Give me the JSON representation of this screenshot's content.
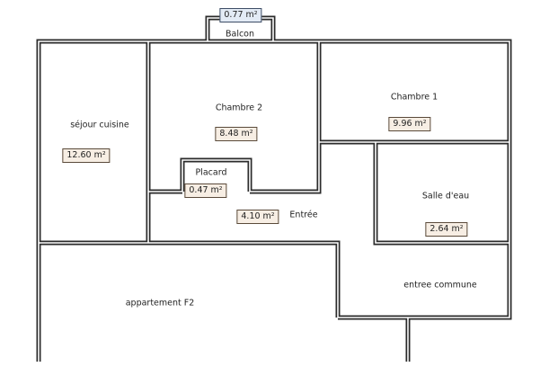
{
  "rooms": {
    "balcon": {
      "label": "Balcon",
      "area": "0.77 m²"
    },
    "sejour": {
      "label": "séjour cuisine",
      "area": "12.60 m²"
    },
    "chambre2": {
      "label": "Chambre 2",
      "area": "8.48 m²"
    },
    "placard": {
      "label": "Placard",
      "area": "0.47 m²"
    },
    "chambre1": {
      "label": "Chambre 1",
      "area": "9.96 m²"
    },
    "entree": {
      "label": "Entrée",
      "area": "4.10 m²"
    },
    "salle_eau": {
      "label": "Salle d'eau",
      "area": "2.64 m²"
    },
    "entree_commune": {
      "label": "entree commune"
    },
    "appartement": {
      "label": "appartement F2"
    }
  },
  "colors": {
    "wall": "#2b2b2b",
    "area_badge_bg": "#f7eee4",
    "balcony_badge_bg": "#e3ebf5"
  }
}
